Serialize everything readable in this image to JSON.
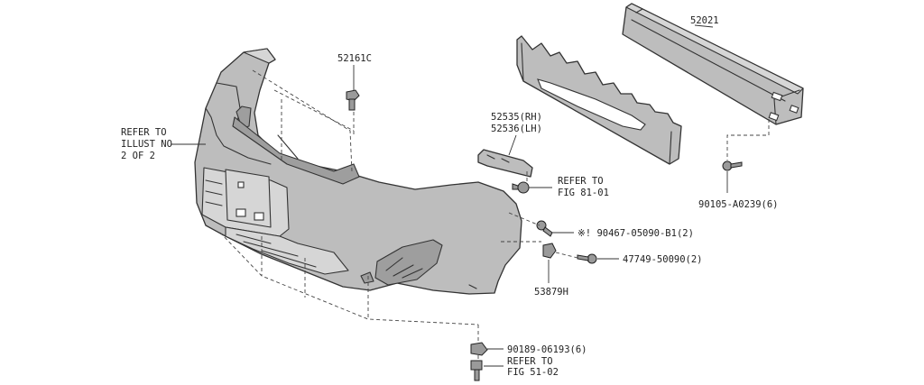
{
  "labels": {
    "refer_illust": [
      "REFER TO",
      "ILLUST NO",
      "2 OF 2"
    ],
    "p52161c": "52161C",
    "p52535": "52535(RH)",
    "p52536": "52536(LH)",
    "refer_fig81": [
      "REFER TO",
      "FIG 81-01"
    ],
    "p52021": "52021",
    "p90105": "90105-A0239(6)",
    "p90467": "※! 90467-05090-B1(2)",
    "p47749": "47749-50090(2)",
    "p53879h": "53879H",
    "p90189": "90189-06193(6)",
    "refer_fig51": [
      "REFER TO",
      "FIG 51-02"
    ]
  },
  "icons": [
    "bumper-cover",
    "energy-absorber",
    "reinforcement-bar",
    "bracket",
    "clip",
    "screw",
    "bolt",
    "nut"
  ],
  "colors": {
    "part_fill": "#bdbdbd",
    "line": "#333333",
    "background": "#ffffff"
  }
}
